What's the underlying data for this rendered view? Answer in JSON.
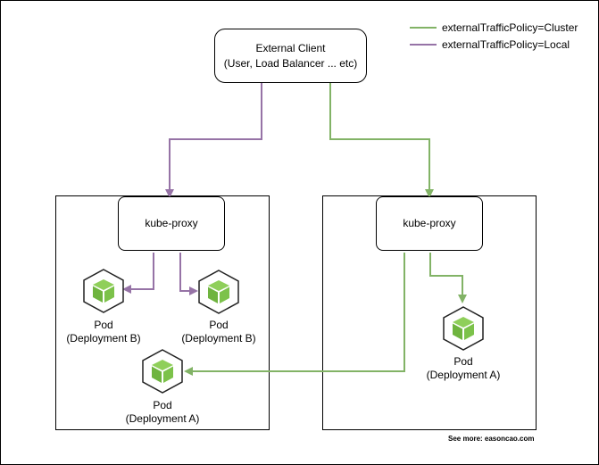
{
  "colors": {
    "cluster": "#82b366",
    "local": "#9673a6",
    "cube_light": "#8fcf5a",
    "cube_dark": "#6fb43f",
    "border": "#000000"
  },
  "legend": {
    "cluster_label": "externalTrafficPolicy=Cluster",
    "local_label": "externalTrafficPolicy=Local"
  },
  "client": {
    "line1": "External Client",
    "line2": "(User, Load Balancer ... etc)"
  },
  "left_node": {
    "proxy_label": "kube-proxy",
    "pods": [
      {
        "name": "Pod",
        "deployment": "(Deployment B)",
        "icon": "cube-icon"
      },
      {
        "name": "Pod",
        "deployment": "(Deployment B)",
        "icon": "cube-icon"
      },
      {
        "name": "Pod",
        "deployment": "(Deployment A)",
        "icon": "cube-icon"
      }
    ]
  },
  "right_node": {
    "proxy_label": "kube-proxy",
    "pods": [
      {
        "name": "Pod",
        "deployment": "(Deployment A)",
        "icon": "cube-icon"
      }
    ]
  },
  "footer": "See more: easoncao.com"
}
